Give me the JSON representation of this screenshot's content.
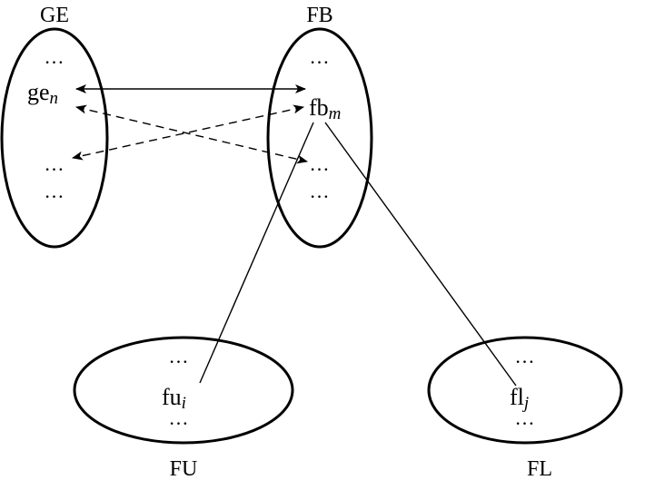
{
  "sets": {
    "ge": {
      "label": "GE",
      "dots_top": "…",
      "dots_mid": "…",
      "dots_bottom": "…"
    },
    "fb": {
      "label": "FB",
      "dots_top": "…",
      "dots_mid": "…",
      "dots_bottom": "…"
    },
    "fu": {
      "label": "FU",
      "dots_top": "…",
      "dots_bottom": "…"
    },
    "fl": {
      "label": "FL",
      "dots_top": "…",
      "dots_bottom": "…"
    }
  },
  "nodes": {
    "ge_n": {
      "base": "ge",
      "sub": "n"
    },
    "fb_m": {
      "base": "fb",
      "sub": "m"
    },
    "fu_i": {
      "base": "fu",
      "sub": "i"
    },
    "fl_j": {
      "base": "fl",
      "sub": "j"
    }
  },
  "colors": {
    "stroke": "#000000",
    "background": "#ffffff"
  }
}
